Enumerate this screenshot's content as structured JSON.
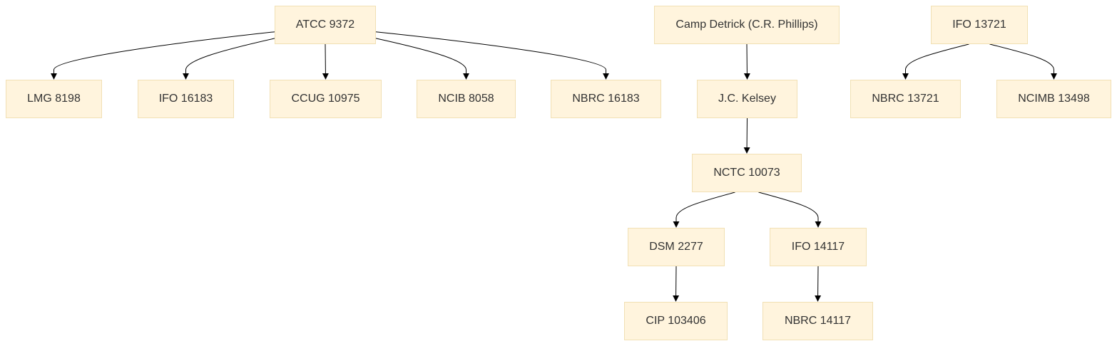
{
  "nodes": {
    "atcc_9372": "ATCC 9372",
    "camp_detrick": "Camp Detrick (C.R. Phillips)",
    "ifo_13721": "IFO 13721",
    "lmg_8198": "LMG 8198",
    "ifo_16183": "IFO 16183",
    "ccug_10975": "CCUG 10975",
    "ncib_8058": "NCIB 8058",
    "nbrc_16183": "NBRC 16183",
    "jc_kelsey": "J.C. Kelsey",
    "nbrc_13721": "NBRC 13721",
    "ncimb_13498": "NCIMB 13498",
    "nctc_10073": "NCTC 10073",
    "dsm_2277": "DSM 2277",
    "ifo_14117": "IFO 14117",
    "cip_103406": "CIP 103406",
    "nbrc_14117": "NBRC 14117"
  },
  "edges": [
    [
      "atcc_9372",
      "lmg_8198"
    ],
    [
      "atcc_9372",
      "ifo_16183"
    ],
    [
      "atcc_9372",
      "ccug_10975"
    ],
    [
      "atcc_9372",
      "ncib_8058"
    ],
    [
      "atcc_9372",
      "nbrc_16183"
    ],
    [
      "camp_detrick",
      "jc_kelsey"
    ],
    [
      "jc_kelsey",
      "nctc_10073"
    ],
    [
      "nctc_10073",
      "dsm_2277"
    ],
    [
      "nctc_10073",
      "ifo_14117"
    ],
    [
      "dsm_2277",
      "cip_103406"
    ],
    [
      "ifo_14117",
      "nbrc_14117"
    ],
    [
      "ifo_13721",
      "nbrc_13721"
    ],
    [
      "ifo_13721",
      "ncimb_13498"
    ]
  ]
}
